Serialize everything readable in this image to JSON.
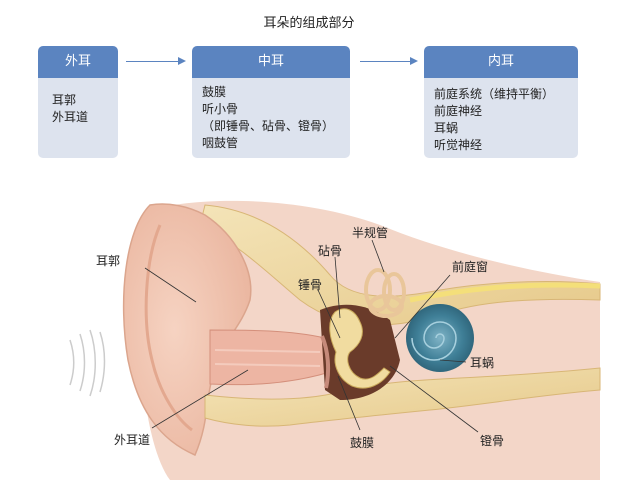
{
  "title": "耳朵的组成部分",
  "panels": {
    "outer": {
      "header": "外耳",
      "items": [
        "耳郭",
        "外耳道"
      ]
    },
    "middle": {
      "header": "中耳",
      "items": [
        "鼓膜",
        "听小骨",
        "（即锤骨、砧骨、镫骨）",
        "咽鼓管"
      ]
    },
    "inner": {
      "header": "内耳",
      "items": [
        "前庭系统（维持平衡）",
        "前庭神经",
        "耳蜗",
        "听觉神经"
      ]
    }
  },
  "labels": {
    "auricle": "耳郭",
    "canal": "外耳道",
    "incus": "砧骨",
    "canals": "半规管",
    "malleus": "锤骨",
    "window": "前庭窗",
    "cochlea": "耳蜗",
    "eardrum": "鼓膜",
    "stapes": "镫骨"
  },
  "colors": {
    "header": "#5b84c0",
    "panel_body": "#dde3ee",
    "arrow": "#5b84c0",
    "cochlea": "#3f7f97"
  }
}
